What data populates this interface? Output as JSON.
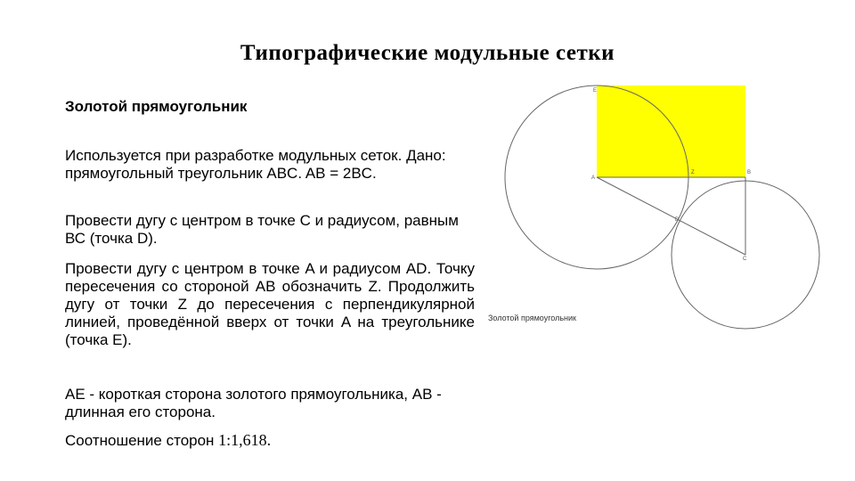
{
  "title": "Типографические модульные сетки",
  "subtitle": "Золотой прямоугольник",
  "paragraphs": [
    "Используется при разработке модульных сеток. Дано: прямоугольный треугольник ABC. AB = 2BC.",
    "Провести дугу с центром в точке С и радиусом, равным ВС (точка D).",
    "Провести дугу с центром в точке A и радиусом AD. Точку пересечения со стороной AB обозначить Z. Продолжить дугу от точки Z до пересечения с перпендикулярной линией, проведённой вверх от точки A на треугольнике (точка E).",
    "AE - короткая сторона золотого прямоугольника, AB - длинная его сторона."
  ],
  "ratio": {
    "label": "Соотношение сторон ",
    "value": "1:1,618."
  },
  "figure": {
    "caption": "Золотой прямоугольник",
    "rect_color": "#ffff00",
    "points": {
      "E": "E",
      "A": "A",
      "Z": "Z",
      "B": "B",
      "D": "D",
      "C": "C"
    }
  }
}
